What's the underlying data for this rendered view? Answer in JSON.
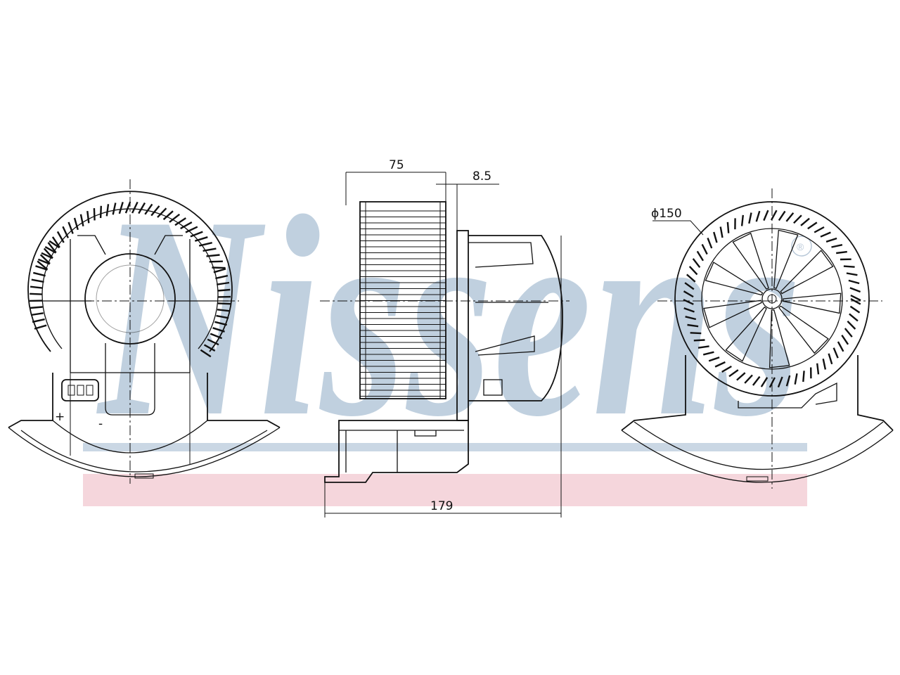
{
  "watermark": {
    "text": "Nissens",
    "mark": "®",
    "colors": {
      "primary": "#a9bfd3",
      "secondary": "#f2c8d0"
    }
  },
  "dimensions": {
    "width_top": "75",
    "offset_top": "8.5",
    "overall_length": "179",
    "diameter": "ϕ150"
  },
  "connector": {
    "plus": "+",
    "minus": "-"
  },
  "icons": [
    "front-view-drawing",
    "side-view-drawing",
    "rear-view-drawing"
  ]
}
